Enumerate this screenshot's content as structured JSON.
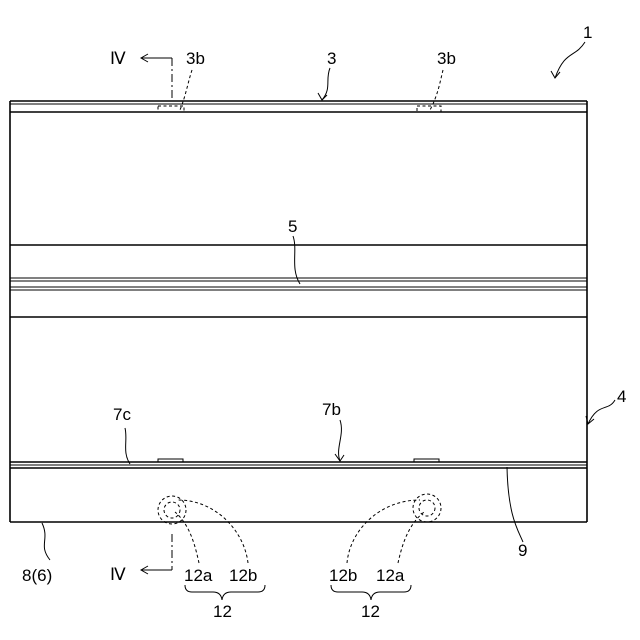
{
  "labels": {
    "assembly": "1",
    "top_member": "3",
    "top_member_part_left": "3b",
    "top_member_part_right": "3b",
    "side": "4",
    "middle_member": "5",
    "rail_end": "7c",
    "rail": "7b",
    "bottom_member": "8(6)",
    "bottom_edge": "9",
    "knob_a_left": "12a",
    "knob_b_left": "12b",
    "knob_b_right": "12b",
    "knob_a_right": "12a",
    "knob_group_left": "12",
    "knob_group_right": "12",
    "section_top": "Ⅳ",
    "section_bottom": "Ⅳ"
  }
}
